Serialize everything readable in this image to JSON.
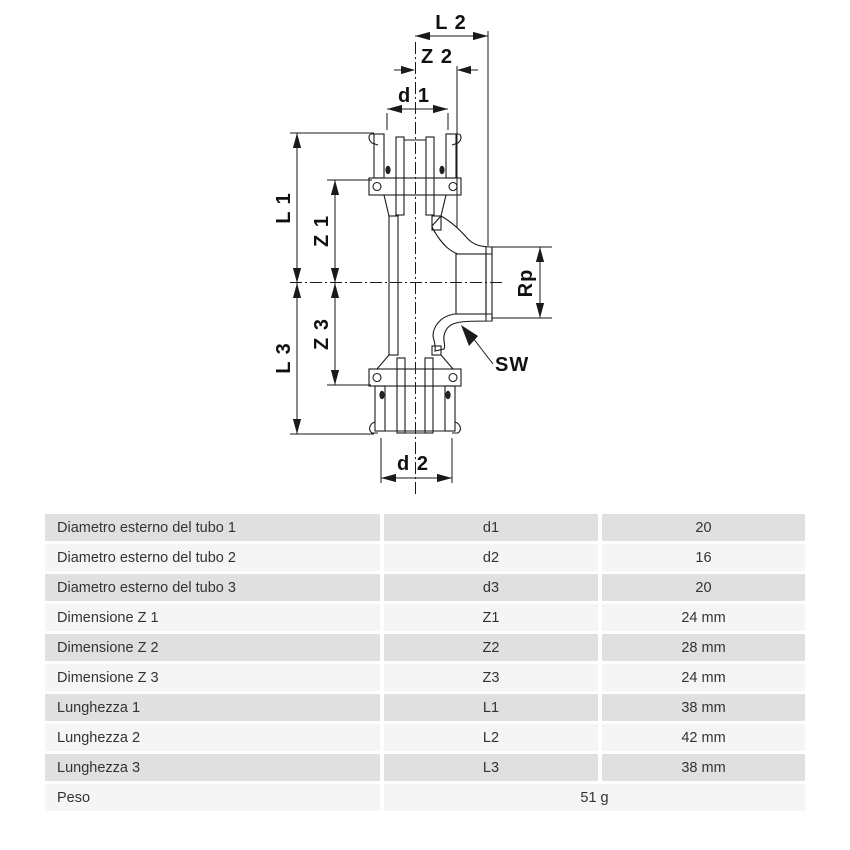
{
  "diagram": {
    "labels": {
      "l2": "L 2",
      "z2": "Z 2",
      "d1": "d 1",
      "l1": "L 1",
      "z1": "Z 1",
      "z3": "Z 3",
      "l3": "L 3",
      "rp": "Rp",
      "sw": "SW",
      "d2": "d 2"
    }
  },
  "table": {
    "rows": [
      {
        "label": "Diametro esterno del tubo 1",
        "symbol": "d1",
        "value": "20"
      },
      {
        "label": "Diametro esterno del tubo 2",
        "symbol": "d2",
        "value": "16"
      },
      {
        "label": "Diametro esterno del tubo 3",
        "symbol": "d3",
        "value": "20"
      },
      {
        "label": "Dimensione Z 1",
        "symbol": "Z1",
        "value": "24 mm"
      },
      {
        "label": "Dimensione Z 2",
        "symbol": "Z2",
        "value": "28 mm"
      },
      {
        "label": "Dimensione Z 3",
        "symbol": "Z3",
        "value": "24 mm"
      },
      {
        "label": "Lunghezza 1",
        "symbol": "L1",
        "value": "38 mm"
      },
      {
        "label": "Lunghezza 2",
        "symbol": "L2",
        "value": "42 mm"
      },
      {
        "label": "Lunghezza 3",
        "symbol": "L3",
        "value": "38 mm"
      },
      {
        "label": "Peso",
        "value": "51 g"
      }
    ]
  },
  "colors": {
    "row_dark": "#e0e0e0",
    "row_light": "#f5f5f5",
    "line": "#1a1a1a",
    "text": "#333333"
  }
}
